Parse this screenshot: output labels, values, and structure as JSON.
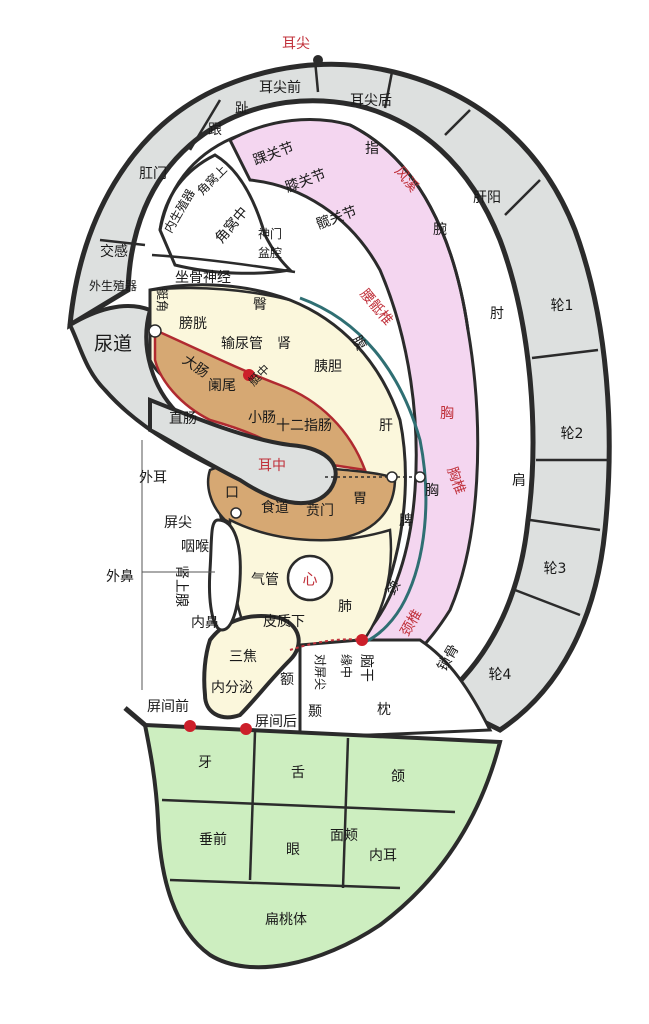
{
  "colors": {
    "helix_rim": "#dde0df",
    "lobe": "#cdeec0",
    "spine_band": "#f4d6f0",
    "concha_light": "#fbf7dc",
    "concha_tan": "#d6a873",
    "marker_red": "#cc1f2a",
    "spine_line_teal": "#2f6f73",
    "outline": "#2b2b2b"
  },
  "helix": {
    "top": "耳尖",
    "front_top": "耳尖前",
    "back_top": "耳尖后",
    "anus": "肛门",
    "external_genitals": "外生殖器",
    "urethra": "尿道",
    "rectum": "直肠",
    "ear_center": "耳中",
    "liver_yang": "肝阳",
    "helix_1": "轮1",
    "helix_2": "轮2",
    "helix_3": "轮3",
    "helix_4": "轮4"
  },
  "scapha": {
    "finger": "指",
    "wind_stream": "风溪",
    "wrist": "腕",
    "elbow": "肘",
    "shoulder": "肩",
    "clavicle": "锁骨"
  },
  "antihelix": {
    "heel": "跟",
    "toe": "趾",
    "ankle": "踝关节",
    "knee": "膝关节",
    "hip": "髋关节",
    "sciatic": "坐骨神经",
    "sympathetic": "交感",
    "buttock": "臀",
    "abdomen": "腹",
    "lumbosacral": "腰骶椎",
    "chest": "胸",
    "thoracic": "胸椎",
    "neck": "颈",
    "cervical": "颈椎"
  },
  "fossa": {
    "upper_angle": "角窝上",
    "internal_genitals": "内生殖器",
    "middle_angle": "角窝中",
    "shenmen": "神门",
    "pelvis": "盆腔"
  },
  "cymba": {
    "angle": "艇角",
    "bladder": "膀胱",
    "ureter": "输尿管",
    "kidney": "肾",
    "pancreas_gall": "胰胆",
    "large_intestine": "大肠",
    "appendix": "阑尾",
    "cymba_center": "艇中",
    "small_intestine": "小肠",
    "duodenum": "十二指肠",
    "liver": "肝"
  },
  "cavum": {
    "mouth": "口",
    "esophagus": "食道",
    "cardia": "贲门",
    "stomach": "胃",
    "spleen": "脾",
    "heart": "心",
    "trachea": "气管",
    "lung": "肺",
    "subcortex": "皮质下",
    "triple_burner": "三焦",
    "endocrine": "内分泌"
  },
  "tragus": {
    "external_ear": "外耳",
    "tragus_apex": "屏尖",
    "pharynx": "咽喉",
    "external_nose": "外鼻",
    "adrenal": "肾上腺",
    "internal_nose": "内鼻",
    "intertragus_front": "屏间前",
    "intertragus_back": "屏间后"
  },
  "antitragus": {
    "forehead": "额",
    "temple": "颞",
    "opposite_tragus": "对屏尖",
    "margin_center": "缘中",
    "brainstem": "脑干",
    "occiput": "枕"
  },
  "lobe": {
    "tooth": "牙",
    "tongue": "舌",
    "jaw": "颌",
    "anterior_ear": "垂前",
    "eye": "眼",
    "cheek": "面颊",
    "inner_ear": "内耳",
    "tonsil": "扁桃体"
  }
}
